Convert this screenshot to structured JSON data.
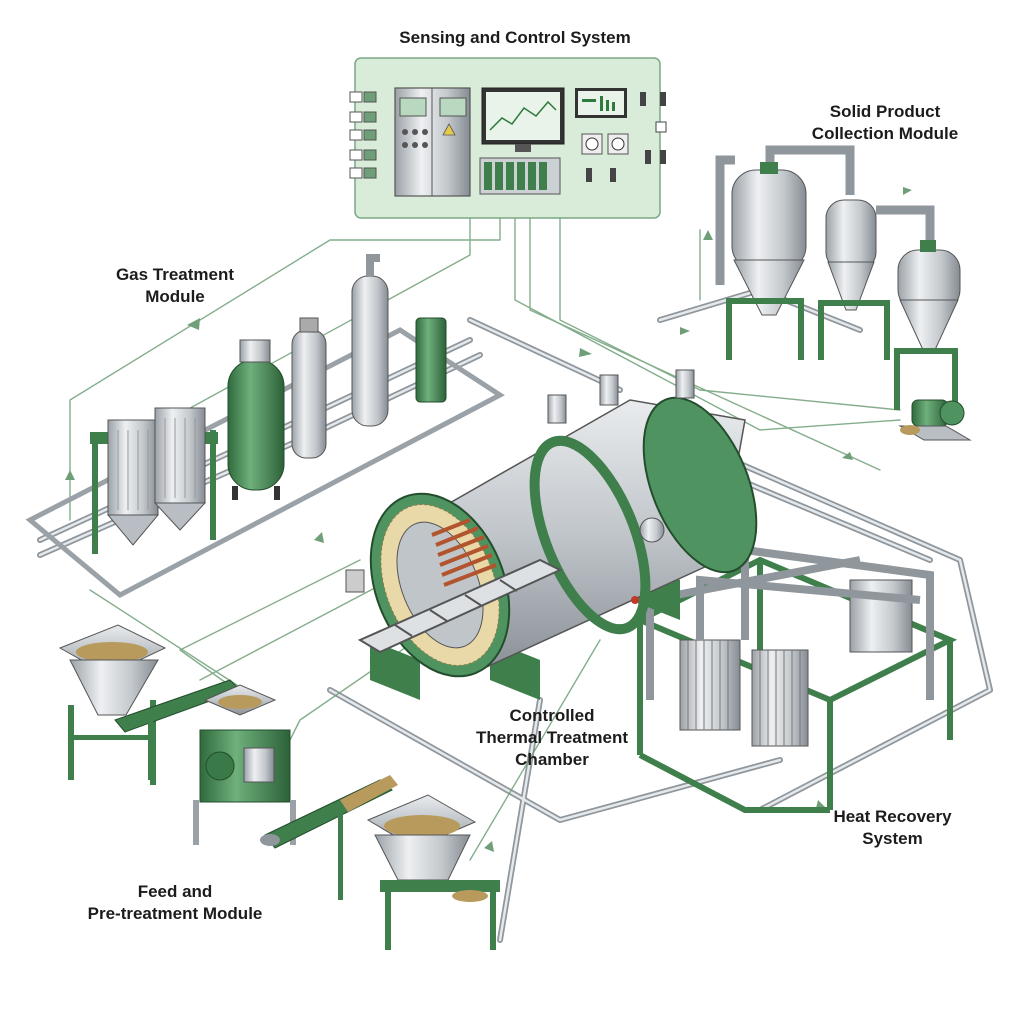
{
  "labels": {
    "sensing": "Sensing and Control System",
    "solid_line1": "Solid Product",
    "solid_line2": "Collection Module",
    "gas_line1": "Gas Treatment",
    "gas_line2": "Module",
    "chamber_line1": "Controlled",
    "chamber_line2": "Thermal Treatment",
    "chamber_line3": "Chamber",
    "heat_line1": "Heat Recovery",
    "heat_line2": "System",
    "feed_line1": "Feed and",
    "feed_line2": "Pre-treatment Module"
  },
  "colors": {
    "frame_green": "#3f7f4b",
    "tank_green": "#4f9460",
    "panel_bg": "#d9ecd9",
    "steel": "#c9cdd1",
    "steel_dark": "#8e959c",
    "insulation": "#e9d9a8",
    "coil": "#b2542d",
    "feed_material": "#b79a5c"
  }
}
